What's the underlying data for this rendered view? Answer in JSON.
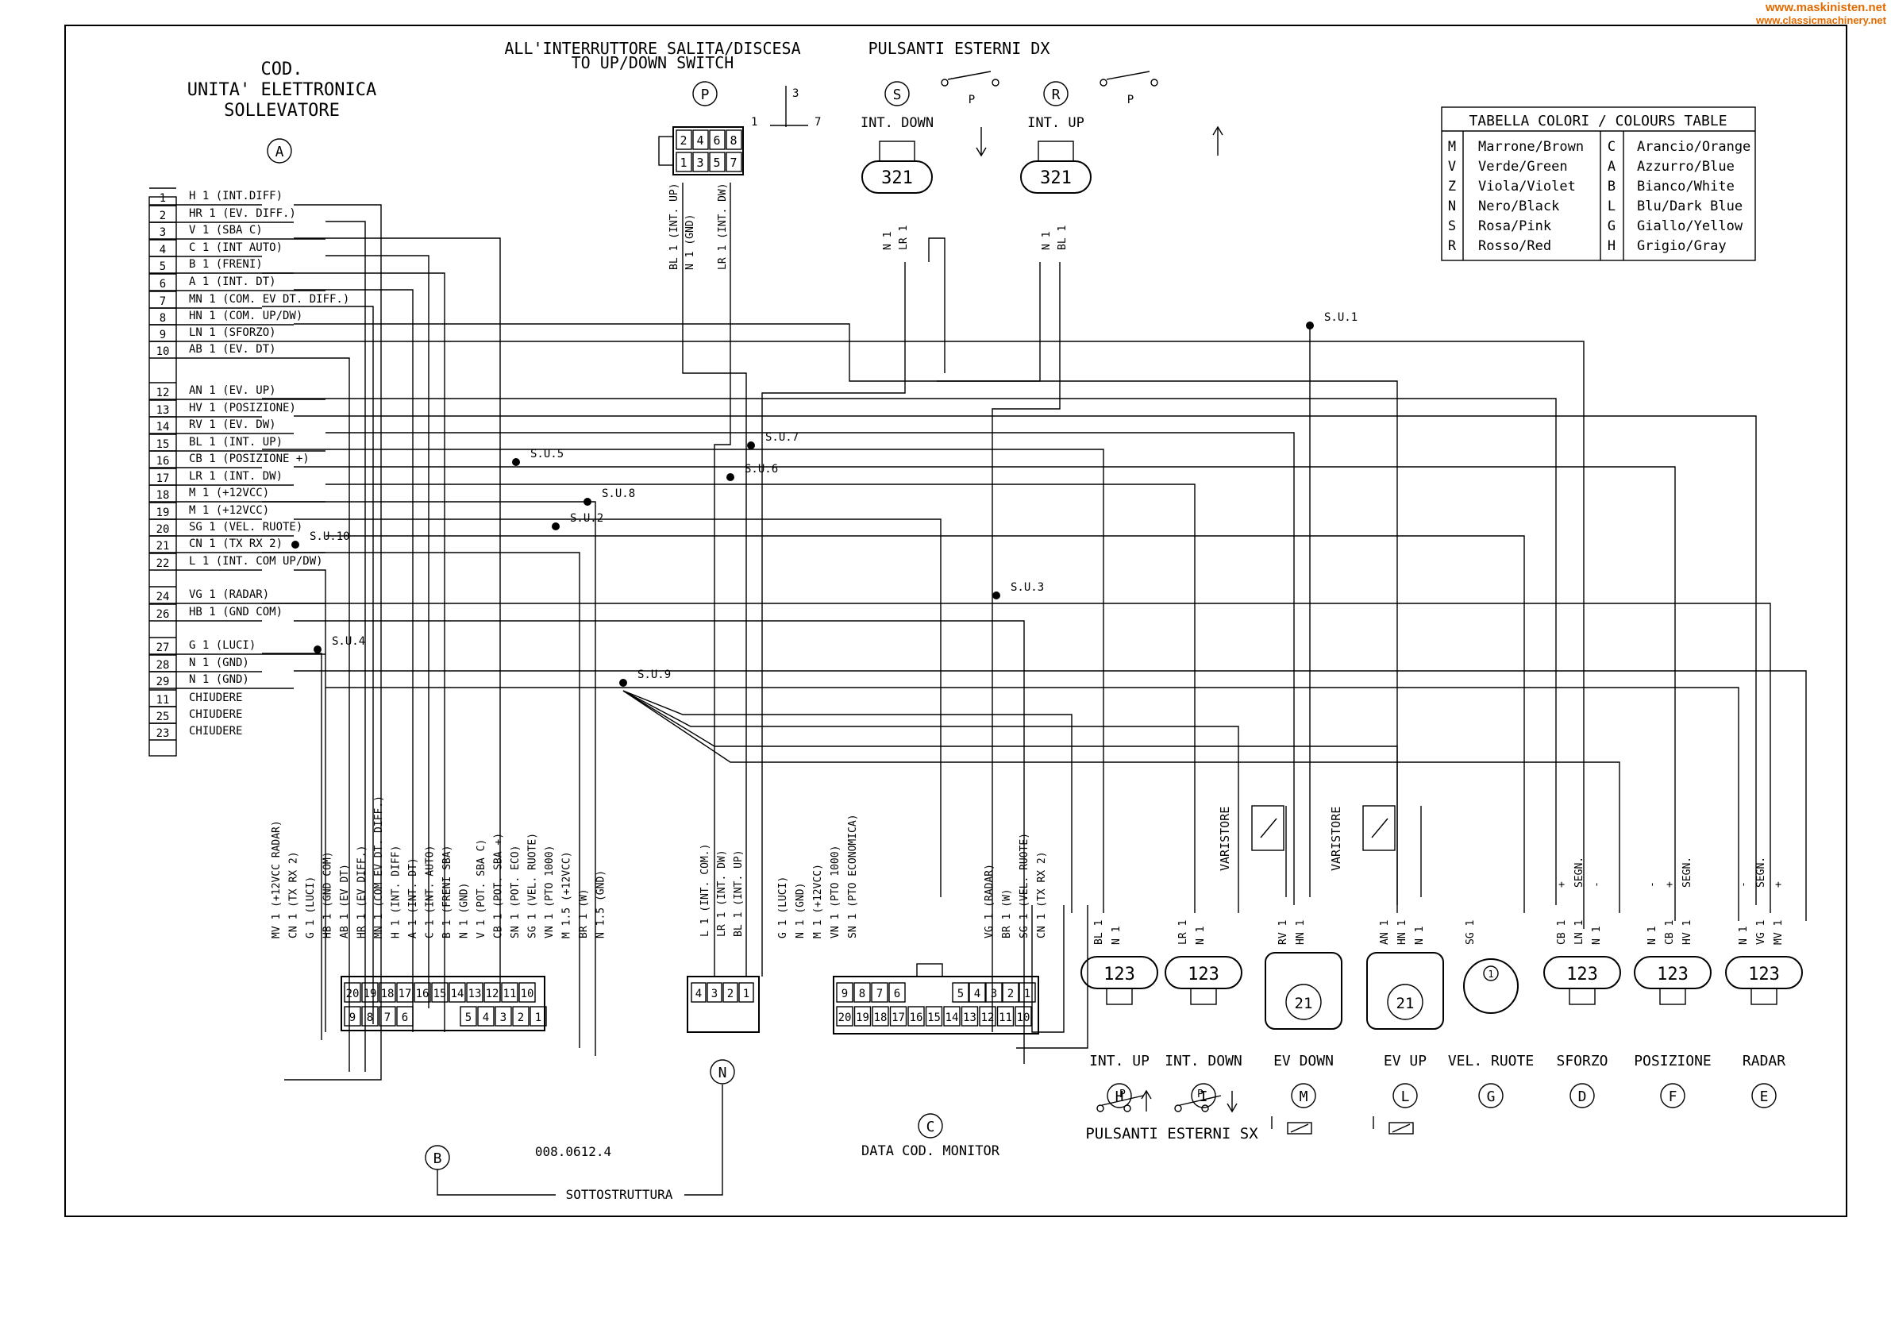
{
  "watermark": {
    "line1": "www.maskinisten.net",
    "line2": "www.classicmachinery.net"
  },
  "header": {
    "switch_it": "ALL'INTERRUTTORE SALITA/DISCESA",
    "switch_en": "TO UP/DOWN SWITCH",
    "ext_dx": "PULSANTI ESTERNI DX",
    "unit_code": "COD.",
    "unit_line1": "UNITA' ELETTRONICA",
    "unit_line2": "SOLLEVATORE",
    "unit_letter": "A"
  },
  "pins": [
    {
      "n": "1",
      "label": "H 1 (INT.DIFF)"
    },
    {
      "n": "2",
      "label": "HR 1 (EV. DIFF.)"
    },
    {
      "n": "3",
      "label": "V 1 (SBA C)"
    },
    {
      "n": "4",
      "label": "C 1 (INT AUTO)"
    },
    {
      "n": "5",
      "label": "B 1 (FRENI)"
    },
    {
      "n": "6",
      "label": "A 1 (INT. DT)"
    },
    {
      "n": "7",
      "label": "MN 1 (COM. EV DT. DIFF.)"
    },
    {
      "n": "8",
      "label": "HN 1 (COM. UP/DW)"
    },
    {
      "n": "9",
      "label": "LN 1 (SFORZO)"
    },
    {
      "n": "10",
      "label": "AB 1 (EV. DT)"
    },
    {
      "n": "",
      "label": ""
    },
    {
      "n": "12",
      "label": "AN 1 (EV. UP)"
    },
    {
      "n": "13",
      "label": "HV 1 (POSIZIONE)"
    },
    {
      "n": "14",
      "label": "RV 1 (EV. DW)"
    },
    {
      "n": "15",
      "label": "BL 1 (INT. UP)"
    },
    {
      "n": "16",
      "label": "CB 1 (POSIZIONE +)"
    },
    {
      "n": "17",
      "label": "LR 1 (INT. DW)"
    },
    {
      "n": "18",
      "label": "M 1 (+12VCC)"
    },
    {
      "n": "19",
      "label": "M 1 (+12VCC)"
    },
    {
      "n": "20",
      "label": "SG 1 (VEL. RUOTE)"
    },
    {
      "n": "21",
      "label": "CN 1 (TX RX 2)"
    },
    {
      "n": "22",
      "label": "L 1 (INT. COM UP/DW)"
    },
    {
      "n": "",
      "label": ""
    },
    {
      "n": "24",
      "label": "VG 1 (RADAR)"
    },
    {
      "n": "26",
      "label": "HB 1 (GND COM)"
    },
    {
      "n": "",
      "label": ""
    },
    {
      "n": "27",
      "label": "G 1 (LUCI)"
    },
    {
      "n": "28",
      "label": "N 1 (GND)"
    },
    {
      "n": "29",
      "label": "N 1 (GND)"
    },
    {
      "n": "11",
      "label": "CHIUDERE"
    },
    {
      "n": "25",
      "label": "CHIUDERE"
    },
    {
      "n": "23",
      "label": "CHIUDERE"
    }
  ],
  "splices": [
    "S.U.1",
    "S.U.2",
    "S.U.3",
    "S.U.4",
    "S.U.5",
    "S.U.6",
    "S.U.7",
    "S.U.8",
    "S.U.9",
    "S.U.10"
  ],
  "colour_table": {
    "title": "TABELLA COLORI / COLOURS TABLE",
    "left": [
      [
        "M",
        "Marrone/Brown"
      ],
      [
        "V",
        "Verde/Green"
      ],
      [
        "Z",
        "Viola/Violet"
      ],
      [
        "N",
        "Nero/Black"
      ],
      [
        "S",
        "Rosa/Pink"
      ],
      [
        "R",
        "Rosso/Red"
      ]
    ],
    "right": [
      [
        "C",
        "Arancio/Orange"
      ],
      [
        "A",
        "Azzurro/Blue"
      ],
      [
        "B",
        "Bianco/White"
      ],
      [
        "L",
        "Blu/Dark Blue"
      ],
      [
        "G",
        "Giallo/Yellow"
      ],
      [
        "H",
        "Grigio/Gray"
      ]
    ]
  },
  "connector_p": {
    "letter": "P",
    "top_pins": [
      "2",
      "4",
      "6",
      "8"
    ],
    "bottom_pins": [
      "1",
      "3",
      "5",
      "7"
    ],
    "wires": [
      "BL 1 (INT. UP)",
      "N 1 (GND)",
      "LR 1 (INT. DW)"
    ],
    "sw_labels": [
      "1",
      "3",
      "7"
    ]
  },
  "connector_s": {
    "letter": "S",
    "title": "INT. DOWN",
    "pins": "321",
    "wires": [
      "N 1",
      "LR 1"
    ],
    "p": "P"
  },
  "connector_r": {
    "letter": "R",
    "title": "INT. UP",
    "pins": "321",
    "wires": [
      "N 1",
      "BL 1"
    ],
    "p": "P"
  },
  "connector_b": {
    "letter": "B",
    "wires": [
      "MV 1 (+12VCC RADAR)",
      "CN 1 (TX RX 2)",
      "G 1 (LUCI)",
      "HB 1 (GND COM)",
      "AB 1 (EV DT)",
      "HR 1 (EV DIFF.)",
      "MN 1 (COM EV DT. DIFF.)",
      "H 1 (INT. DIFF)",
      "A 1 (INT. DT)",
      "C 1 (INT. AUTO)",
      "B 1 (FRENI SBA)",
      "N 1 (GND)",
      "V 1 (POT. SBA C)",
      "CB 1 (POT. SBA +)",
      "SN 1 (POT. ECO)",
      "SG 1 (VEL. RUOTE)",
      "VN 1 (PTO 1000)",
      "M 1.5 (+12VCC)",
      "BR 1 (W)",
      "N 1.5 (GND)"
    ],
    "top_pins": [
      "20",
      "19",
      "18",
      "17",
      "16",
      "15",
      "14",
      "13",
      "12",
      "11",
      "10"
    ],
    "bottom_pins": [
      "9",
      "8",
      "7",
      "6",
      "5",
      "4",
      "3",
      "2",
      "1"
    ],
    "code": "008.0612.4",
    "sub": "SOTTOSTRUTTURA"
  },
  "connector_n": {
    "letter": "N",
    "wires": [
      "L 1 (INT. COM.)",
      "LR 1 (INT. DW)",
      "BL 1 (INT. UP)"
    ],
    "pins": [
      "4",
      "3",
      "2",
      "1"
    ]
  },
  "connector_c": {
    "letter": "C",
    "title": "DATA COD. MONITOR",
    "wires_a": [
      "G 1 (LUCI)",
      "N 1 (GND)",
      "M 1 (+12VCC)",
      "VN 1 (PTO 1000)",
      "SN 1 (PTO ECONOMICA)"
    ],
    "wires_b": [
      "VG 1 (RADAR)",
      "BR 1 (W)",
      "SG 1 (VEL. RUOTE)",
      "CN 1 (TX RX 2)"
    ],
    "top_pins": [
      "9",
      "8",
      "7",
      "6",
      "5",
      "4",
      "3",
      "2",
      "1"
    ],
    "bottom_pins": [
      "20",
      "19",
      "18",
      "17",
      "16",
      "15",
      "14",
      "13",
      "12",
      "11",
      "10"
    ]
  },
  "bottom_connectors": [
    {
      "letter": "H",
      "title": "INT. UP",
      "pins": "123",
      "wires": [
        "BL 1",
        "N 1"
      ]
    },
    {
      "letter": "I",
      "title": "INT. DOWN",
      "pins": "123",
      "wires": [
        "LR 1",
        "N 1"
      ]
    },
    {
      "letter": "M",
      "title": "EV DOWN",
      "pins": "21",
      "wires": [
        "RV 1",
        "HN 1"
      ]
    },
    {
      "letter": "L",
      "title": "EV UP",
      "pins": "21",
      "wires": [
        "AN 1",
        "HN 1",
        "N 1"
      ]
    },
    {
      "letter": "G",
      "title": "VEL. RUOTE",
      "pins": "1",
      "wires": [
        "SG 1"
      ]
    },
    {
      "letter": "D",
      "title": "SFORZO",
      "pins": "123",
      "wires": [
        "CB 1",
        "LN 1",
        "N 1"
      ],
      "signs": [
        "+",
        "SEGN.",
        "-"
      ]
    },
    {
      "letter": "F",
      "title": "POSIZIONE",
      "pins": "123",
      "wires": [
        "N 1",
        "CB 1",
        "HV 1"
      ],
      "signs": [
        "-",
        "+",
        "SEGN."
      ]
    },
    {
      "letter": "E",
      "title": "RADAR",
      "pins": "123",
      "wires": [
        "N 1",
        "VG 1",
        "MV 1"
      ],
      "signs": [
        "-",
        "SEGN.",
        "+"
      ]
    }
  ],
  "varistor": "VARISTORE",
  "ext_sx": "PULSANTI ESTERNI SX",
  "p_letter": "P"
}
